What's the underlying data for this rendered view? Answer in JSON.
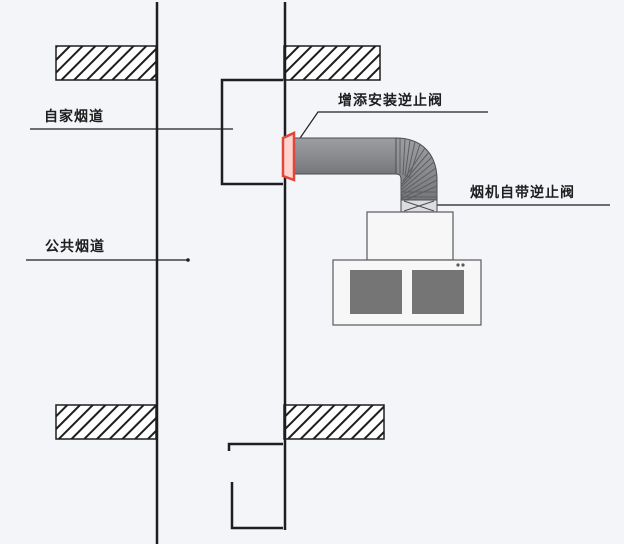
{
  "labels": {
    "own_flue": "自家烟道",
    "public_flue": "公共烟道",
    "added_check_valve": "增添安装逆止阀",
    "hood_builtin_check_valve": "烟机自带逆止阀"
  },
  "colors": {
    "background": "#f4f5f9",
    "line": "#1e1e1e",
    "duct": "#8d8f93",
    "duct_dark": "#6f7176",
    "valve_highlight": "#e0463a",
    "hood_body": "#f7f7f7",
    "hood_panel": "#757575"
  },
  "icons": {
    "hatch": "diagonal-hatch-slab",
    "duct": "flexible-elbow-duct"
  }
}
